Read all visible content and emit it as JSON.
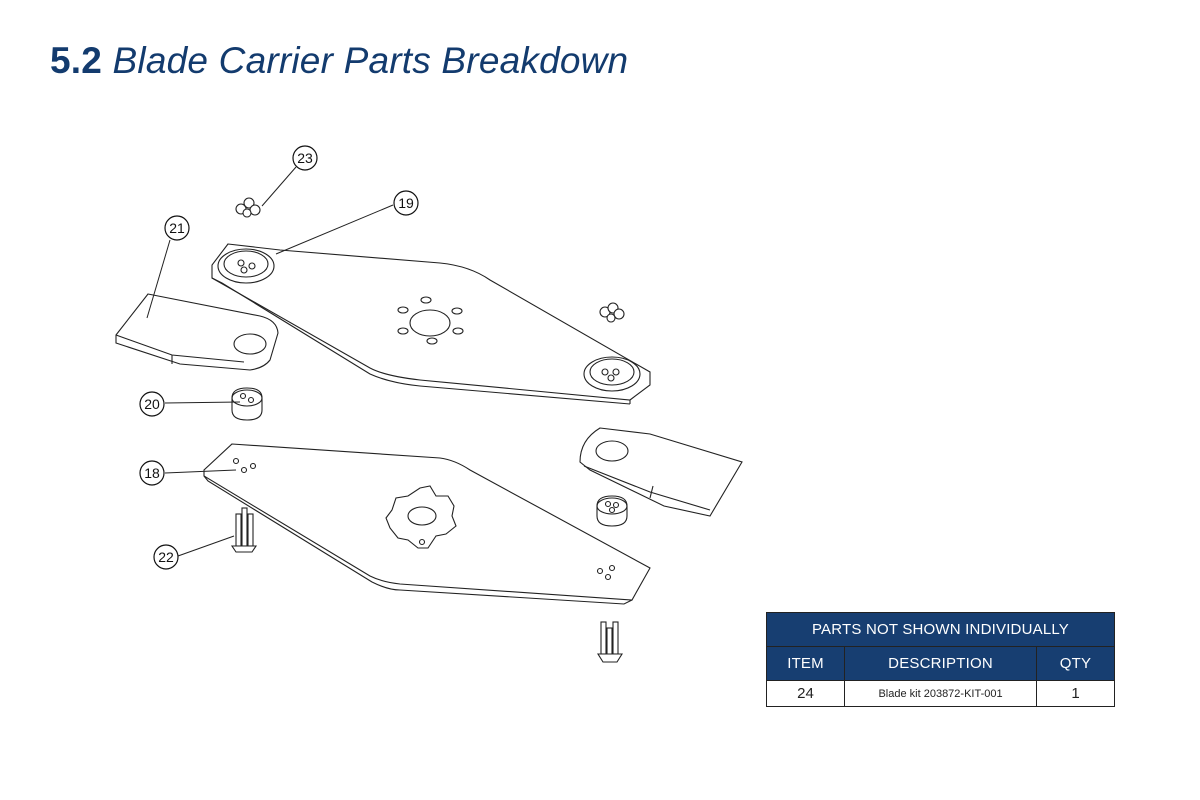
{
  "page": {
    "section_number": "5.2",
    "section_title": "Blade Carrier Parts Breakdown"
  },
  "diagram": {
    "callouts": [
      {
        "id": "c23",
        "label": "23"
      },
      {
        "id": "c19",
        "label": "19"
      },
      {
        "id": "c21",
        "label": "21"
      },
      {
        "id": "c20",
        "label": "20"
      },
      {
        "id": "c18",
        "label": "18"
      },
      {
        "id": "c22",
        "label": "22"
      }
    ]
  },
  "parts_table": {
    "title": "PARTS NOT SHOWN INDIVIDUALLY",
    "headers": {
      "item": "ITEM",
      "description": "DESCRIPTION",
      "qty": "QTY"
    },
    "rows": [
      {
        "item": "24",
        "description": "Blade kit 203872-KIT-001",
        "qty": "1"
      }
    ],
    "header_color": "#173e71",
    "title_color": "#133b6e"
  }
}
